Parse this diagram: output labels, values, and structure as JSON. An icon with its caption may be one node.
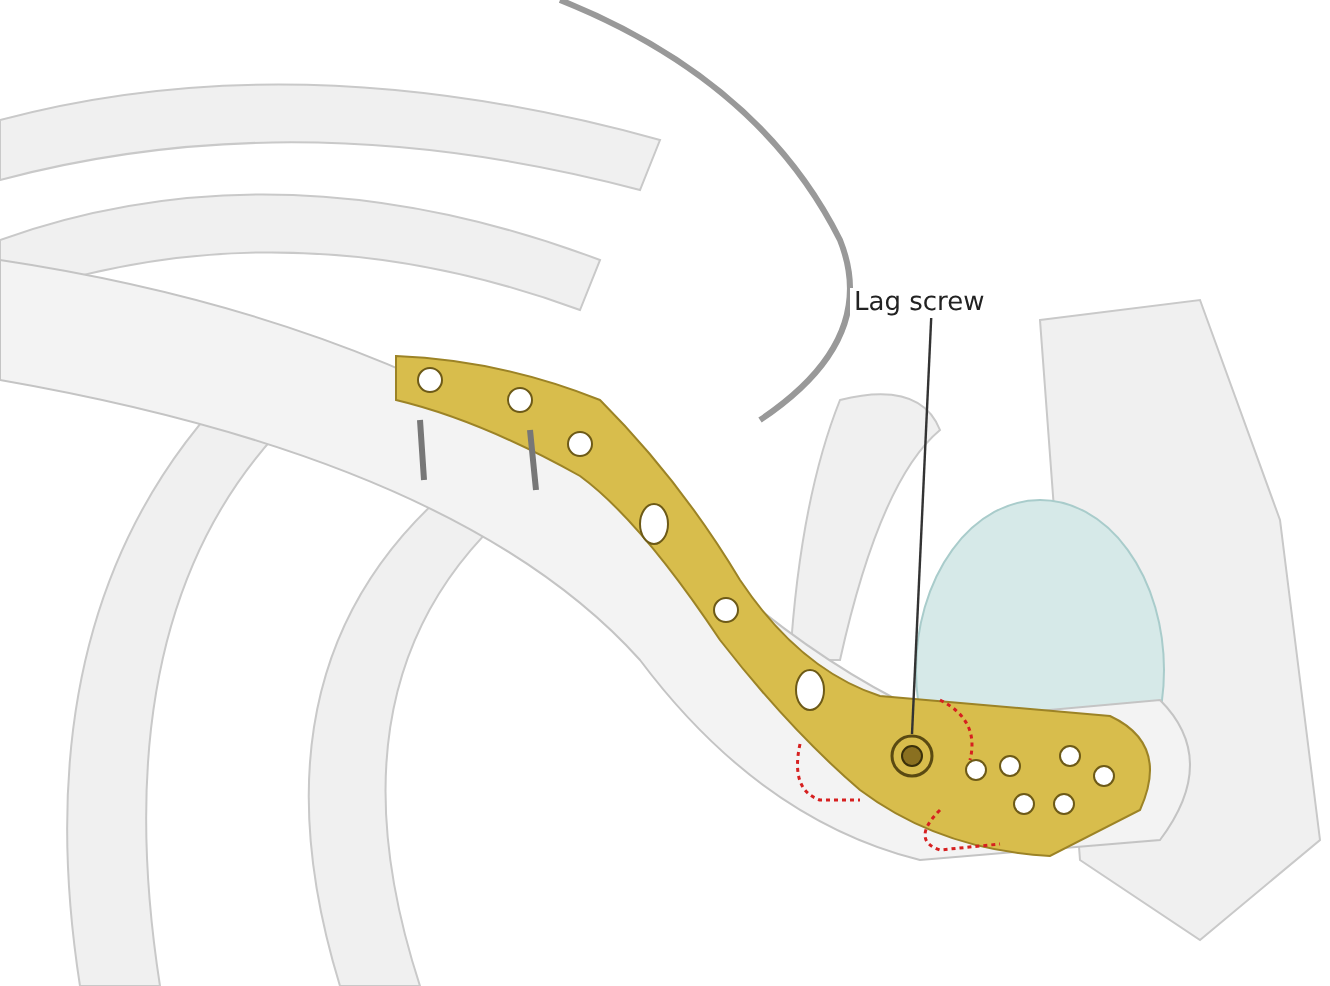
{
  "diagram": {
    "nodes": [
      {
        "text": [
          "Lag screw"
        ]
      },
      {
        "text": [],
        "shape": "picture"
      }
    ],
    "edges": [
      {
        "from": 0,
        "to": 1,
        "arrow": "none"
      }
    ]
  }
}
